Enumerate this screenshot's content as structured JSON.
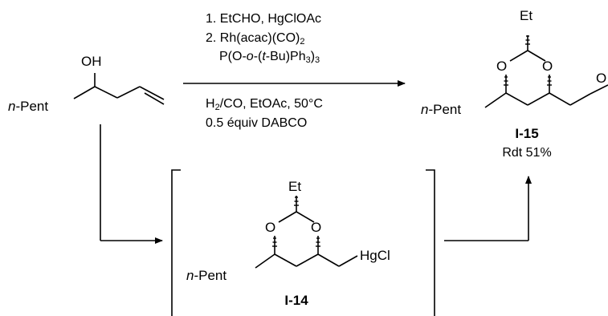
{
  "reactant": {
    "substituent": "Pent",
    "substituent_prefix": "n",
    "hydroxyl": "OH"
  },
  "conditions_above": {
    "line1": "1. EtCHO, HgClOAc",
    "line2": "2. Rh(acac)(CO)",
    "line2_sub": "2",
    "line3_start": "P(O-",
    "line3_o": "o",
    "line3_mid1": "-(",
    "line3_t": "t",
    "line3_mid2": "-Bu)Ph",
    "line3_sub1": "3",
    "line3_end": ")",
    "line3_sub2": "3"
  },
  "conditions_below": {
    "h2_base": "H",
    "h2_sub": "2",
    "line1_rest": "/CO, EtOAc, 50°C",
    "line2": "0.5 équiv DABCO"
  },
  "product": {
    "top_group": "Et",
    "ring_o_left": "O",
    "ring_o_right": "O",
    "side_o_partial": "O",
    "substituent": "Pent",
    "substituent_prefix": "n",
    "label": "I-15",
    "yield": "Rdt 51%"
  },
  "intermediate": {
    "top_group": "Et",
    "ring_o_left": "O",
    "ring_o_right": "O",
    "mercury_group": "HgCl",
    "substituent": "Pent",
    "substituent_prefix": "n",
    "label": "I-14"
  }
}
